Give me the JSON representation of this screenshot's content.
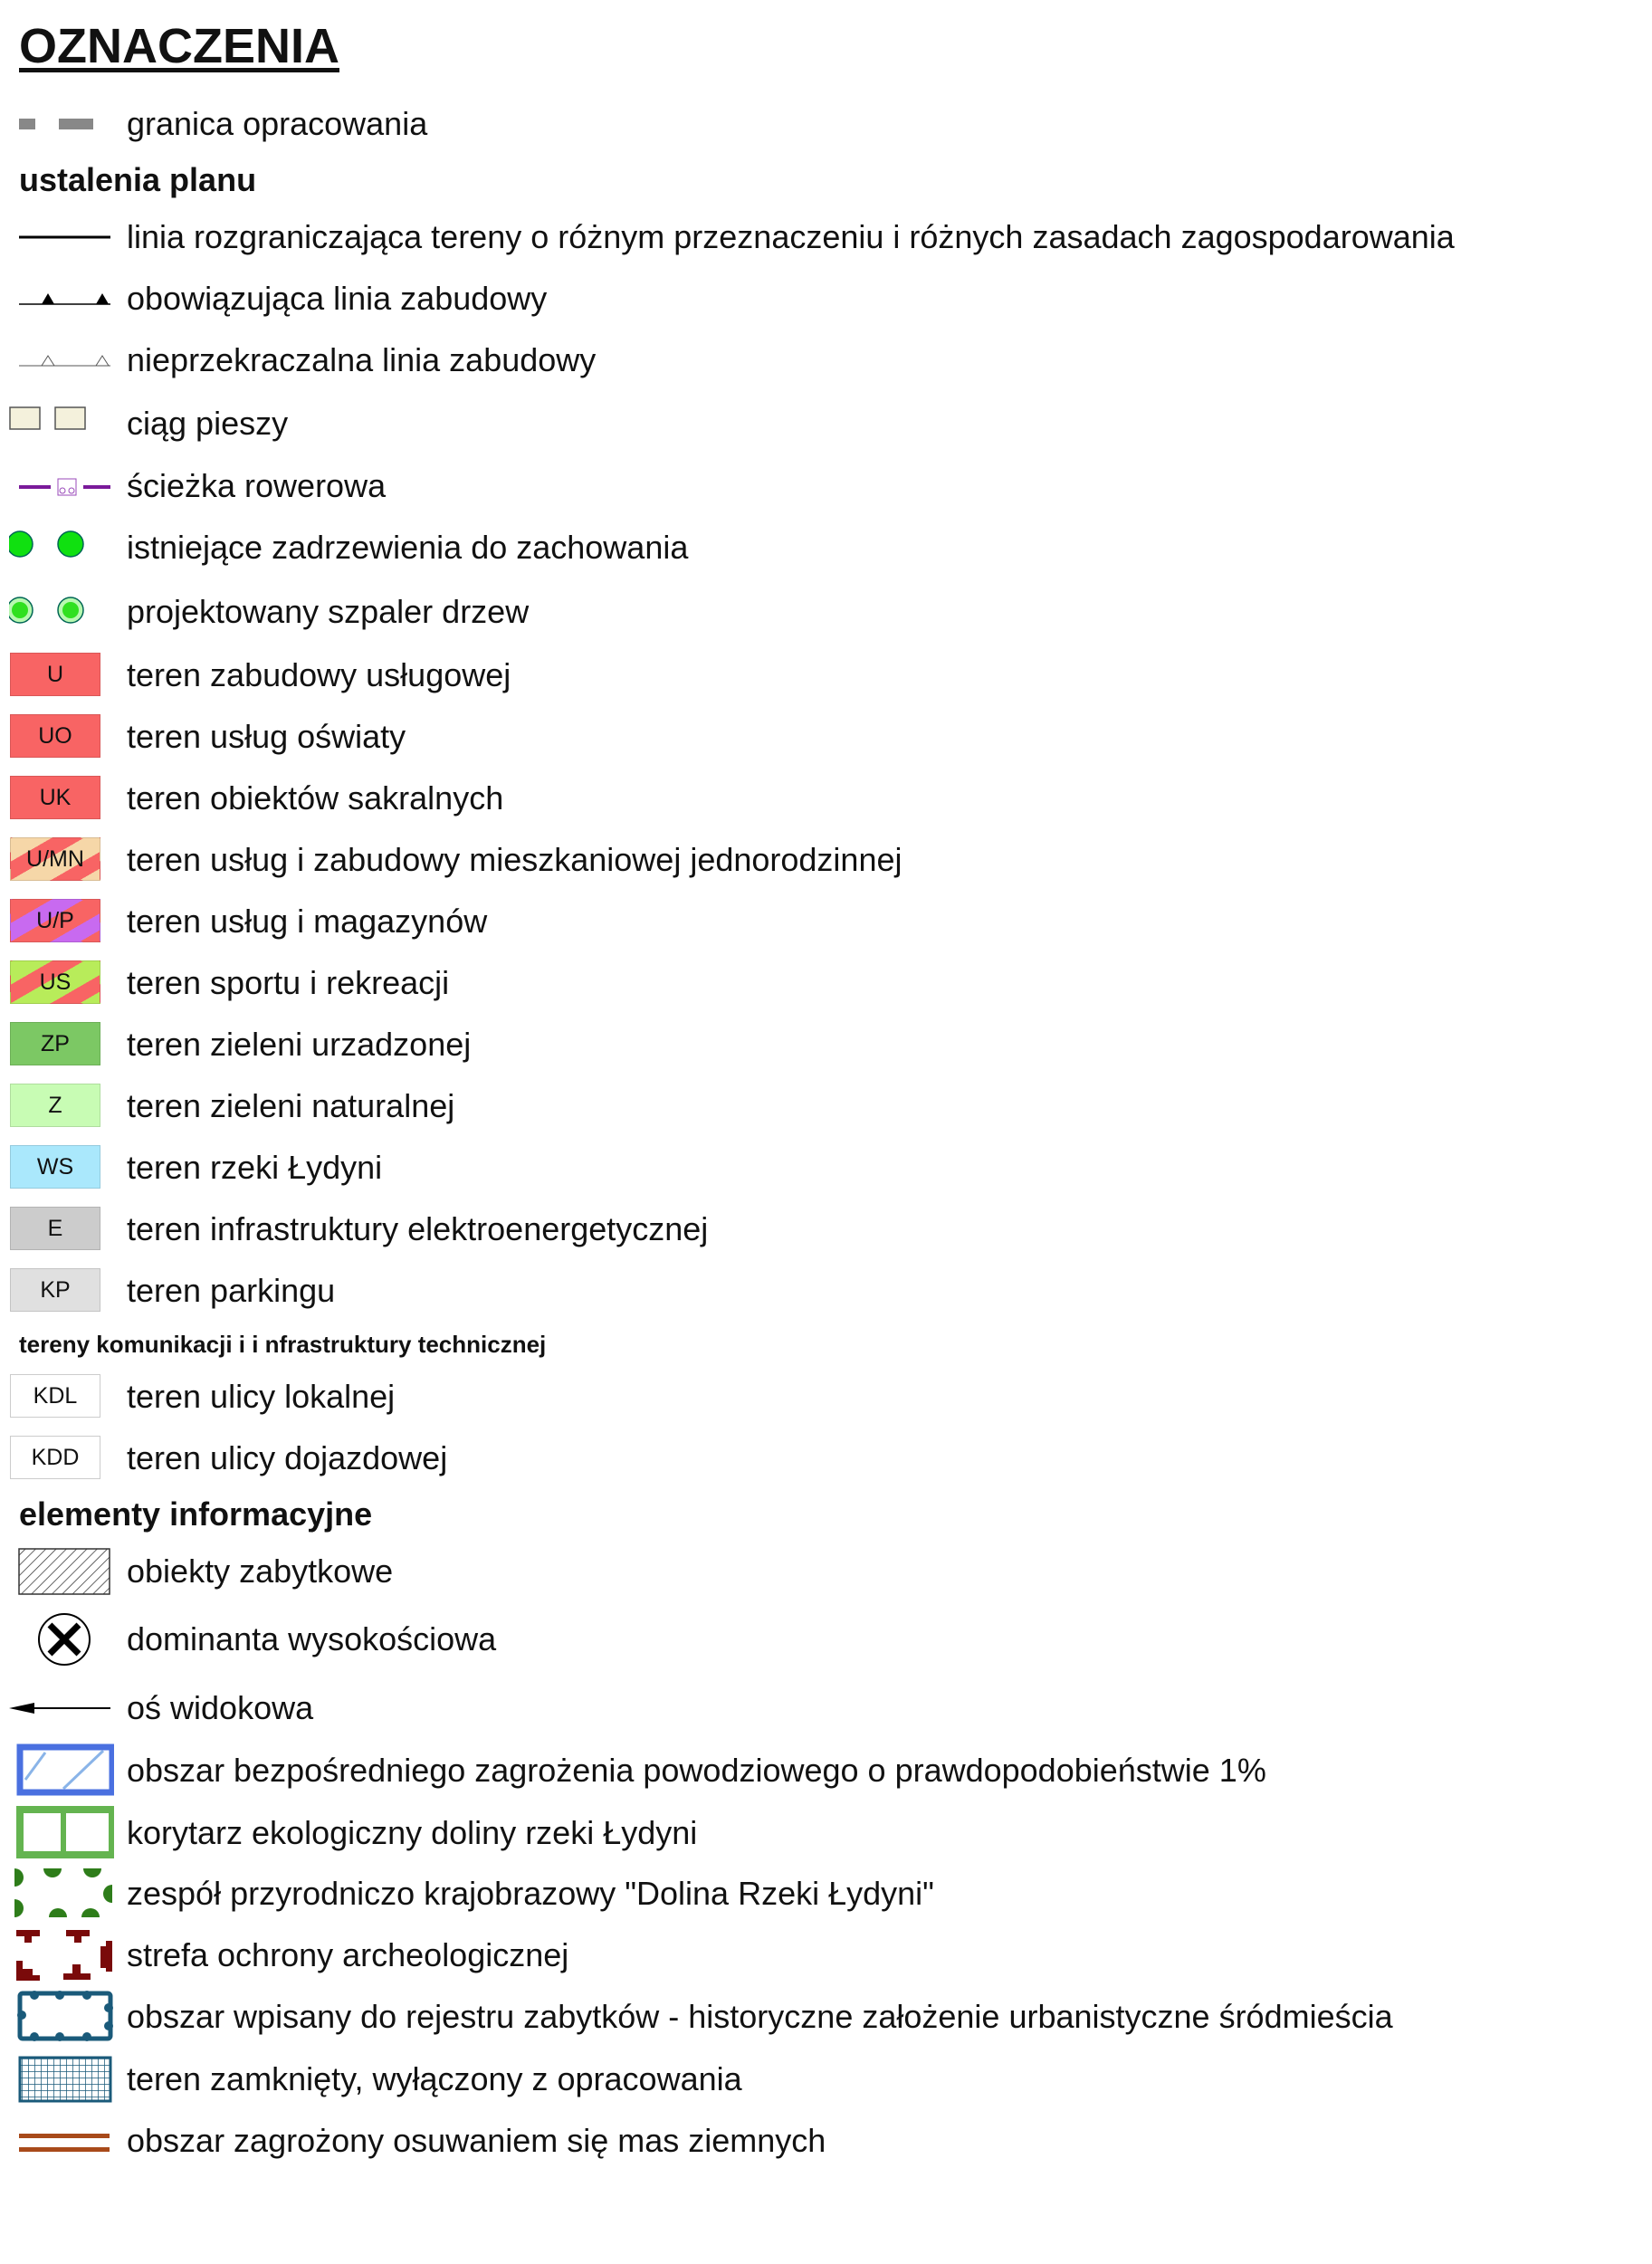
{
  "title": "OZNACZENIA",
  "boundary": {
    "label": "granica opracowania"
  },
  "section_plan": "ustalenia planu",
  "plan_items": [
    {
      "icon": "line-icon",
      "label": "linia rozgraniczająca tereny o różnym przeznaczeniu i różnych zasadach zagospodarowania"
    },
    {
      "icon": "filled-triangle-line-icon",
      "label": "obowiązująca linia zabudowy"
    },
    {
      "icon": "hollow-triangle-line-icon",
      "label": "nieprzekraczalna linia zabudowy"
    },
    {
      "icon": "pedestrian-path-icon",
      "label": "ciąg pieszy"
    },
    {
      "icon": "bicycle-path-icon",
      "label": "ścieżka rowerowa"
    },
    {
      "icon": "existing-trees-icon",
      "label": "istniejące zadrzewienia do zachowania"
    },
    {
      "icon": "planned-trees-icon",
      "label": "projektowany szpaler drzew"
    }
  ],
  "zones": [
    {
      "code": "U",
      "label": "teren zabudowy usługowej",
      "color": "#f86464"
    },
    {
      "code": "UO",
      "label": "teren usług oświaty",
      "color": "#f86464"
    },
    {
      "code": "UK",
      "label": "teren obiektów sakralnych",
      "color": "#f86464"
    },
    {
      "code": "U/MN",
      "label": "teren usług i zabudowy mieszkaniowej jednorodzinnej",
      "color": "#f6d7a8",
      "stripe": "#f86464"
    },
    {
      "code": "U/P",
      "label": "teren usług i magazynów",
      "color": "#f86464",
      "stripe": "#c86af0"
    },
    {
      "code": "US",
      "label": "teren sportu i rekreacji",
      "color": "#b8ec5a",
      "stripe": "#f86464"
    },
    {
      "code": "ZP",
      "label": "teren zieleni urzadzonej",
      "color": "#7cc864"
    },
    {
      "code": "Z",
      "label": "teren zieleni naturalnej",
      "color": "#c8fcb4"
    },
    {
      "code": "WS",
      "label": "teren rzeki Łydyni",
      "color": "#aae8fc"
    },
    {
      "code": "E",
      "label": "teren infrastruktury elektroenergetycznej",
      "color": "#cccccc"
    },
    {
      "code": "KP",
      "label": "teren parkingu",
      "color": "#e0e0e0"
    }
  ],
  "section_transport": "tereny komunikacji i i nfrastruktury technicznej",
  "roads": [
    {
      "code": "KDL",
      "label": "teren ulicy lokalnej"
    },
    {
      "code": "KDD",
      "label": "teren ulicy dojazdowej"
    }
  ],
  "section_info": "elementy informacyjne",
  "info_items": [
    {
      "icon": "hatched-monument-icon",
      "label": "obiekty zabytkowe"
    },
    {
      "icon": "crossed-circle-icon",
      "label": "dominanta wysokościowa"
    },
    {
      "icon": "arrow-left-icon",
      "label": "oś widokowa"
    },
    {
      "icon": "flood-zone-icon",
      "label": "obszar bezpośredniego zagrożenia powodziowego o prawdopodobieństwie 1%"
    },
    {
      "icon": "eco-corridor-icon",
      "label": "korytarz ekologiczny doliny rzeki Łydyni"
    },
    {
      "icon": "landscape-complex-icon",
      "label": "zespół przyrodniczo krajobrazowy \"Dolina Rzeki Łydyni\""
    },
    {
      "icon": "archaeology-zone-icon",
      "label": "strefa ochrony archeologicznej"
    },
    {
      "icon": "monument-register-icon",
      "label": "obszar wpisany do rejestru zabytków - historyczne założenie urbanistyczne śródmieścia"
    },
    {
      "icon": "closed-area-icon",
      "label": "teren zamknięty, wyłączony z opracowania"
    },
    {
      "icon": "landslide-icon",
      "label": "obszar zagrożony osuwaniem się mas ziemnych"
    }
  ]
}
